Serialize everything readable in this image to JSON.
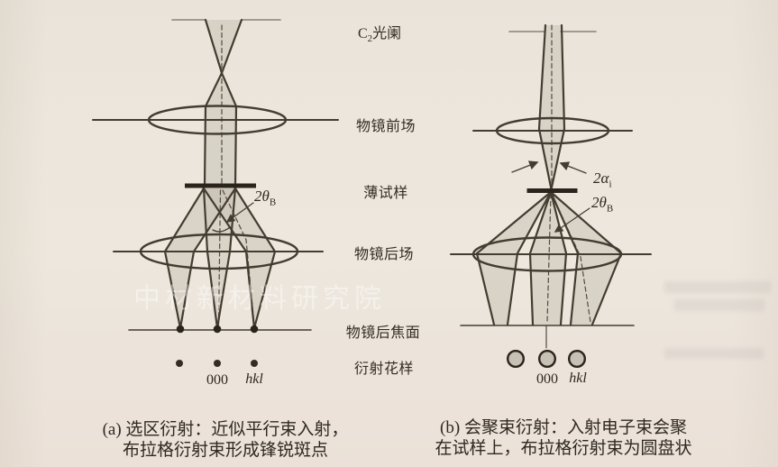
{
  "figure": {
    "watermark": "中材新材料研究院",
    "labels": {
      "c2_pre": "C",
      "c2_sub": "2",
      "c2_rest": "光阑",
      "prefield": "物镜前场",
      "specimen": "薄试样",
      "postfield": "物镜后场",
      "back_focal_plane": "物镜后焦面",
      "pattern": "衍射花样"
    },
    "left": {
      "bragg_main": "2θ",
      "bragg_sub": "B",
      "spot_000": "000",
      "spot_hkl": "hkl",
      "caption1": "(a) 选区衍射：近似平行束入射，",
      "caption2": "布拉格衍射束形成锋锐斑点"
    },
    "right": {
      "alpha_main": "2α",
      "alpha_sub": "i",
      "bragg_main": "2θ",
      "bragg_sub": "B",
      "spot_000": "000",
      "spot_hkl": "hkl",
      "caption1": "(b) 会聚束衍射：入射电子束会聚",
      "caption2": "在试样上，布拉格衍射束为圆盘状"
    },
    "colors": {
      "paper": "#ece6dc",
      "line": "#453c31",
      "beam_fill": "#c9c2b6",
      "specimen_bar": "#2b241d",
      "text": "#332c24"
    }
  }
}
